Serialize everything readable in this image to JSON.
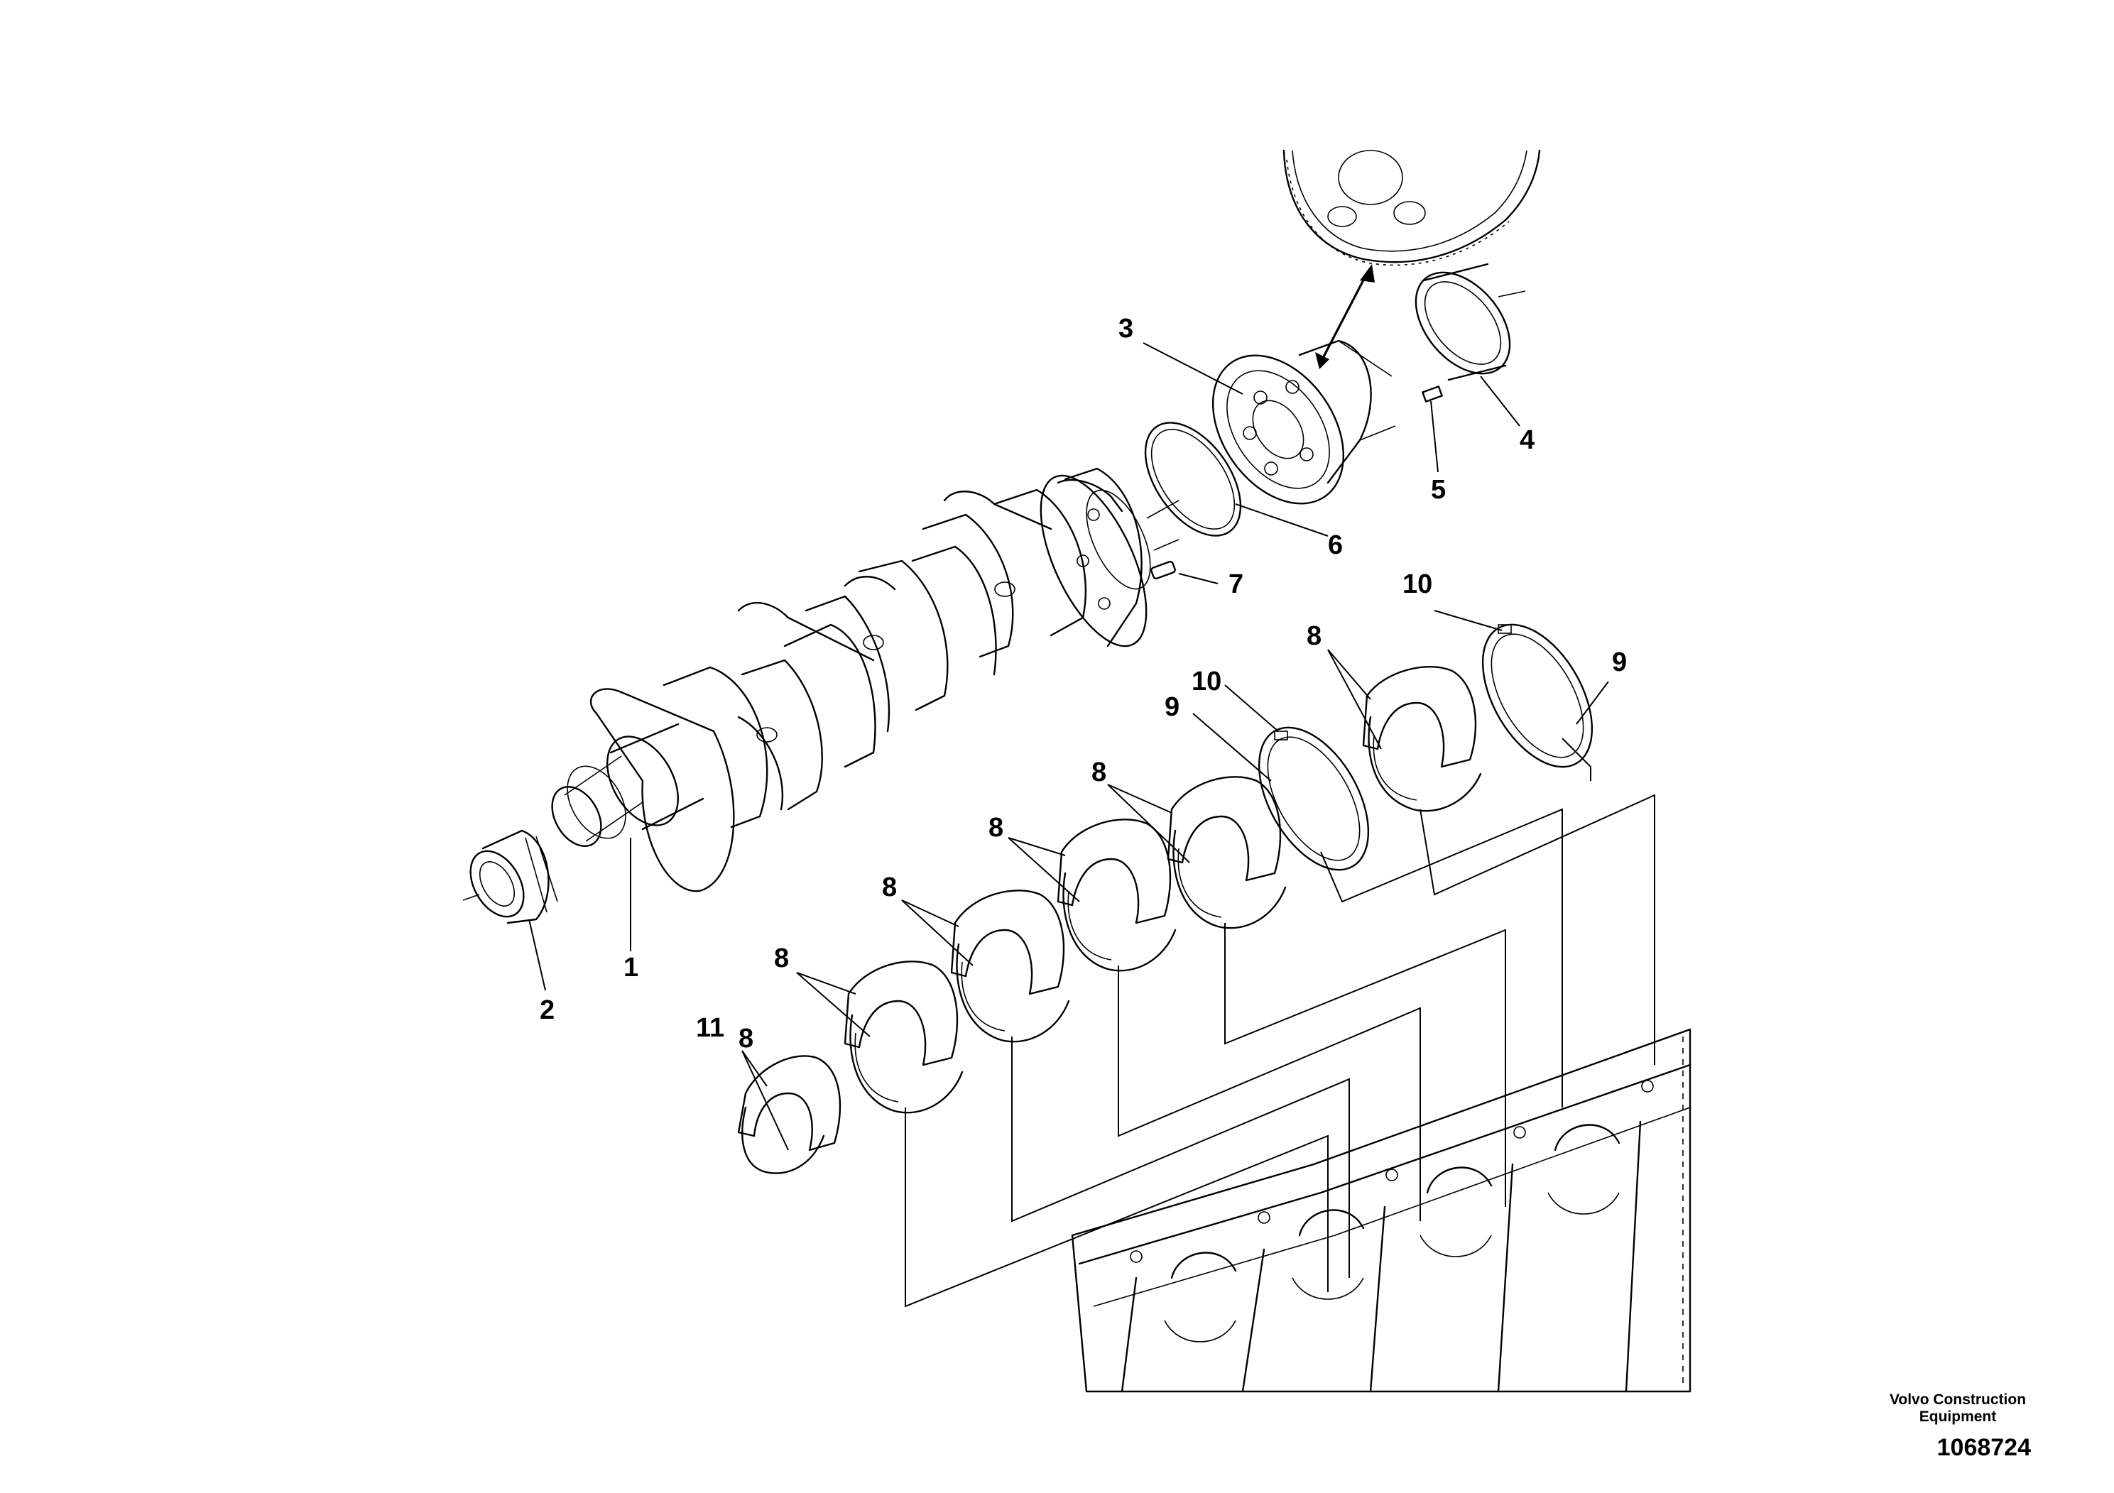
{
  "callouts": [
    {
      "id": "c1",
      "text": "1"
    },
    {
      "id": "c2",
      "text": "2"
    },
    {
      "id": "c3",
      "text": "3"
    },
    {
      "id": "c4",
      "text": "4"
    },
    {
      "id": "c5",
      "text": "5"
    },
    {
      "id": "c6",
      "text": "6"
    },
    {
      "id": "c7",
      "text": "7"
    },
    {
      "id": "c8a",
      "text": "8"
    },
    {
      "id": "c8b",
      "text": "8"
    },
    {
      "id": "c8c",
      "text": "8"
    },
    {
      "id": "c8d",
      "text": "8"
    },
    {
      "id": "c8e",
      "text": "8"
    },
    {
      "id": "c8f",
      "text": "8"
    },
    {
      "id": "c9a",
      "text": "9"
    },
    {
      "id": "c9b",
      "text": "9"
    },
    {
      "id": "c10a",
      "text": "10"
    },
    {
      "id": "c10b",
      "text": "10"
    },
    {
      "id": "c11",
      "text": "11"
    }
  ],
  "footer": {
    "brand_line1": "Volvo Construction",
    "brand_line2": "Equipment",
    "document_number": "1068724"
  }
}
